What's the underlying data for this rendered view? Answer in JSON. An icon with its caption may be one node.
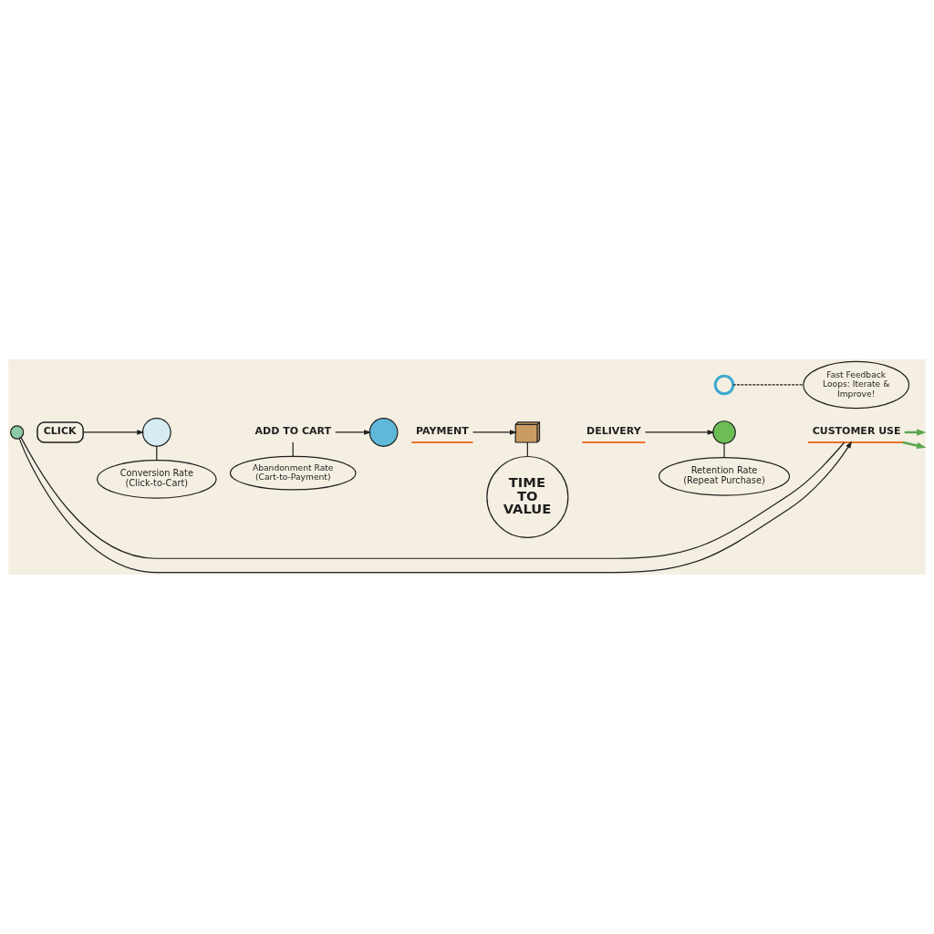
{
  "diagram": {
    "nodes": [
      {
        "text": [],
        "shape": "circle"
      },
      {
        "text": [
          "CLICK"
        ]
      },
      {
        "text": [],
        "shape": "circle"
      },
      {
        "text": [
          "ADD TO CART"
        ]
      },
      {
        "text": [],
        "shape": "circle"
      },
      {
        "text": [
          "PAYMENT"
        ]
      },
      {
        "text": [],
        "shape": "picture"
      },
      {
        "text": [
          "DELIVERY"
        ]
      },
      {
        "text": [],
        "shape": "circle"
      },
      {
        "text": [
          "CUSTOMER USE"
        ]
      },
      {
        "text": [
          "Conversion Rate (Click-to-Cart)"
        ]
      },
      {
        "text": [
          "Abandonment Rate (Cart-to-Payment)"
        ]
      },
      {
        "text": [
          "TIME TO VALUE"
        ]
      },
      {
        "text": [
          "Retention Rate (Repeat Purchase)"
        ]
      },
      {
        "text": [],
        "shape": "circle"
      },
      {
        "text": [
          "Fast Feedback Loops: Iterate & Improve!"
        ]
      }
    ],
    "edges": [
      {
        "from": 1,
        "to": 2,
        "arrow": "to"
      },
      {
        "from": 3,
        "to": 4,
        "arrow": "to"
      },
      {
        "from": 5,
        "to": 6,
        "arrow": "to"
      },
      {
        "from": 7,
        "to": 8,
        "arrow": "to"
      },
      {
        "from": 2,
        "to": 10,
        "arrow": "none"
      },
      {
        "from": 3,
        "to": 11,
        "arrow": "none"
      },
      {
        "from": 6,
        "to": 12,
        "arrow": "none"
      },
      {
        "from": 8,
        "to": 13,
        "arrow": "none"
      },
      {
        "from": 14,
        "to": 15,
        "arrow": "none",
        "style": "dashed"
      },
      {
        "from": 9,
        "to": null,
        "arrow": "to",
        "color": "#5aa64f"
      },
      {
        "from": 9,
        "to": null,
        "arrow": "to",
        "color": "#5aa64f"
      },
      {
        "from": 0,
        "to": 9,
        "arrow": "to"
      },
      {
        "from": 9,
        "to": 0,
        "arrow": "none"
      }
    ]
  }
}
